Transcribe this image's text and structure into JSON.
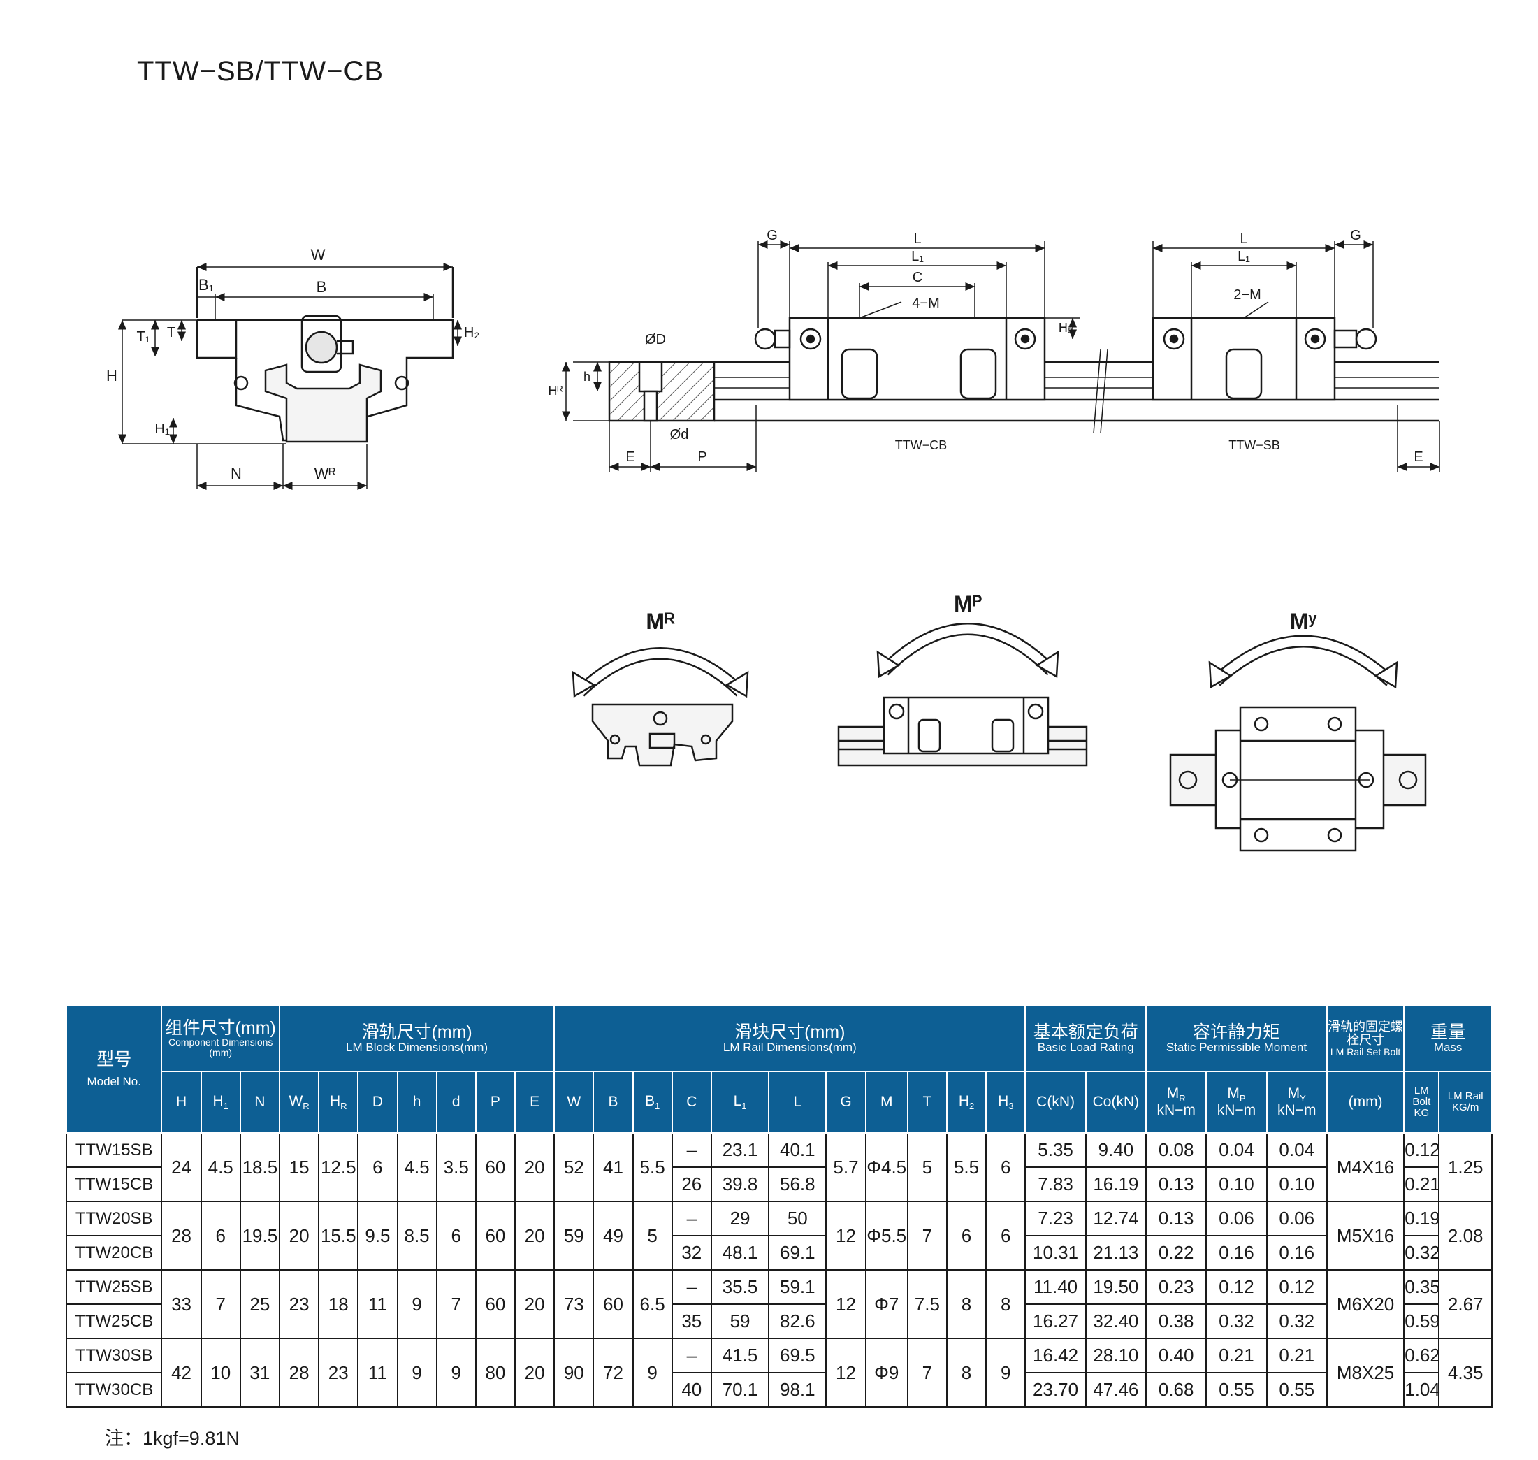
{
  "title": "TTW−SB/TTW−CB",
  "drawing_labels": {
    "W": "W",
    "B1": "B₁",
    "B": "B",
    "T1": "T₁",
    "T": "T",
    "H2": "H₂",
    "H": "H",
    "H1": "H₁",
    "N": "N",
    "WR": "Wᴿ",
    "G": "G",
    "L": "L",
    "L1": "L₁",
    "C": "C",
    "4M": "4−M",
    "2M": "2−M",
    "H3": "H₃",
    "phiD": "ØD",
    "phid": "Ød",
    "HR": "Hᴿ",
    "h": "h",
    "E": "E",
    "P": "P",
    "cb": "TTW−CB",
    "sb": "TTW−SB",
    "MR": "Mᴿ",
    "MP": "Mᴾ",
    "MY": "Mʸ"
  },
  "table": {
    "groups": {
      "model": {
        "cn": "型号",
        "en": "Model No."
      },
      "component": {
        "cn": "组件尺寸(mm)",
        "en": "Component Dimensions (mm)"
      },
      "rail": {
        "cn": "滑轨尺寸(mm)",
        "en": "LM Block Dimensions(mm)"
      },
      "block": {
        "cn": "滑块尺寸(mm)",
        "en": "LM Rail Dimensions(mm)"
      },
      "load": {
        "cn": "基本额定负荷",
        "en": "Basic Load Rating"
      },
      "moment": {
        "cn": "容许静力矩",
        "en": "Static Permissible Moment"
      },
      "bolt": {
        "cn": "滑轨的固定螺栓尺寸",
        "en": "LM Rail Set Bolt"
      },
      "mass": {
        "cn": "重量",
        "en": "Mass"
      }
    },
    "columns": {
      "H": "H",
      "H1": "H",
      "N": "N",
      "WR": "W",
      "HR": "H",
      "D": "D",
      "h": "h",
      "d": "d",
      "P": "P",
      "E": "E",
      "W": "W",
      "B": "B",
      "B1": "B",
      "C": "C",
      "L1": "L",
      "L": "L",
      "G": "G",
      "M": "M",
      "T": "T",
      "H2": "H",
      "H3": "H",
      "Ckn": "C(kN)",
      "Cokn": "Co(kN)",
      "MR": "M",
      "MP": "M",
      "MY": "M",
      "unit": "kN−m",
      "bolt_mm": "(mm)",
      "lmbolt": "LM Bolt",
      "lmrail": "LM Rail",
      "kg": "KG",
      "kgm": "KG/m",
      "sub_1": "1",
      "sub_R": "R",
      "sub_2": "2",
      "sub_3": "3",
      "sub_P": "P",
      "sub_Y": "Y"
    },
    "rows": [
      {
        "model_sb": "TTW15SB",
        "model_cb": "TTW15CB",
        "H": "24",
        "H1": "4.5",
        "N": "18.5",
        "WR": "15",
        "HR": "12.5",
        "D": "6",
        "h": "4.5",
        "d": "3.5",
        "P": "60",
        "E": "20",
        "W": "52",
        "B": "41",
        "B1": "5.5",
        "C_sb": "–",
        "C_cb": "26",
        "L1_sb": "23.1",
        "L1_cb": "39.8",
        "L_sb": "40.1",
        "L_cb": "56.8",
        "G": "5.7",
        "M": "Φ4.5",
        "T": "5",
        "H2": "5.5",
        "H3": "6",
        "C_kn_sb": "5.35",
        "C_kn_cb": "7.83",
        "Co_kn_sb": "9.40",
        "Co_kn_cb": "16.19",
        "MR_sb": "0.08",
        "MR_cb": "0.13",
        "MP_sb": "0.04",
        "MP_cb": "0.10",
        "MY_sb": "0.04",
        "MY_cb": "0.10",
        "bolt": "M4X16",
        "lmbolt_sb": "0.12",
        "lmbolt_cb": "0.21",
        "rail": "1.25"
      },
      {
        "model_sb": "TTW20SB",
        "model_cb": "TTW20CB",
        "H": "28",
        "H1": "6",
        "N": "19.5",
        "WR": "20",
        "HR": "15.5",
        "D": "9.5",
        "h": "8.5",
        "d": "6",
        "P": "60",
        "E": "20",
        "W": "59",
        "B": "49",
        "B1": "5",
        "C_sb": "–",
        "C_cb": "32",
        "L1_sb": "29",
        "L1_cb": "48.1",
        "L_sb": "50",
        "L_cb": "69.1",
        "G": "12",
        "M": "Φ5.5",
        "T": "7",
        "H2": "6",
        "H3": "6",
        "C_kn_sb": "7.23",
        "C_kn_cb": "10.31",
        "Co_kn_sb": "12.74",
        "Co_kn_cb": "21.13",
        "MR_sb": "0.13",
        "MR_cb": "0.22",
        "MP_sb": "0.06",
        "MP_cb": "0.16",
        "MY_sb": "0.06",
        "MY_cb": "0.16",
        "bolt": "M5X16",
        "lmbolt_sb": "0.19",
        "lmbolt_cb": "0.32",
        "rail": "2.08"
      },
      {
        "model_sb": "TTW25SB",
        "model_cb": "TTW25CB",
        "H": "33",
        "H1": "7",
        "N": "25",
        "WR": "23",
        "HR": "18",
        "D": "11",
        "h": "9",
        "d": "7",
        "P": "60",
        "E": "20",
        "W": "73",
        "B": "60",
        "B1": "6.5",
        "C_sb": "–",
        "C_cb": "35",
        "L1_sb": "35.5",
        "L1_cb": "59",
        "L_sb": "59.1",
        "L_cb": "82.6",
        "G": "12",
        "M": "Φ7",
        "T": "7.5",
        "H2": "8",
        "H3": "8",
        "C_kn_sb": "11.40",
        "C_kn_cb": "16.27",
        "Co_kn_sb": "19.50",
        "Co_kn_cb": "32.40",
        "MR_sb": "0.23",
        "MR_cb": "0.38",
        "MP_sb": "0.12",
        "MP_cb": "0.32",
        "MY_sb": "0.12",
        "MY_cb": "0.32",
        "bolt": "M6X20",
        "lmbolt_sb": "0.35",
        "lmbolt_cb": "0.59",
        "rail": "2.67"
      },
      {
        "model_sb": "TTW30SB",
        "model_cb": "TTW30CB",
        "H": "42",
        "H1": "10",
        "N": "31",
        "WR": "28",
        "HR": "23",
        "D": "11",
        "h": "9",
        "d": "9",
        "P": "80",
        "E": "20",
        "W": "90",
        "B": "72",
        "B1": "9",
        "C_sb": "–",
        "C_cb": "40",
        "L1_sb": "41.5",
        "L1_cb": "70.1",
        "L_sb": "69.5",
        "L_cb": "98.1",
        "G": "12",
        "M": "Φ9",
        "T": "7",
        "H2": "8",
        "H3": "9",
        "C_kn_sb": "16.42",
        "C_kn_cb": "23.70",
        "Co_kn_sb": "28.10",
        "Co_kn_cb": "47.46",
        "MR_sb": "0.40",
        "MR_cb": "0.68",
        "MP_sb": "0.21",
        "MP_cb": "0.55",
        "MY_sb": "0.21",
        "MY_cb": "0.55",
        "bolt": "M8X25",
        "lmbolt_sb": "0.62",
        "lmbolt_cb": "1.04",
        "rail": "4.35"
      }
    ]
  },
  "note": "注：1kgf=9.81N",
  "colors": {
    "header": "#0d5f94",
    "line": "#1a1a1a"
  }
}
